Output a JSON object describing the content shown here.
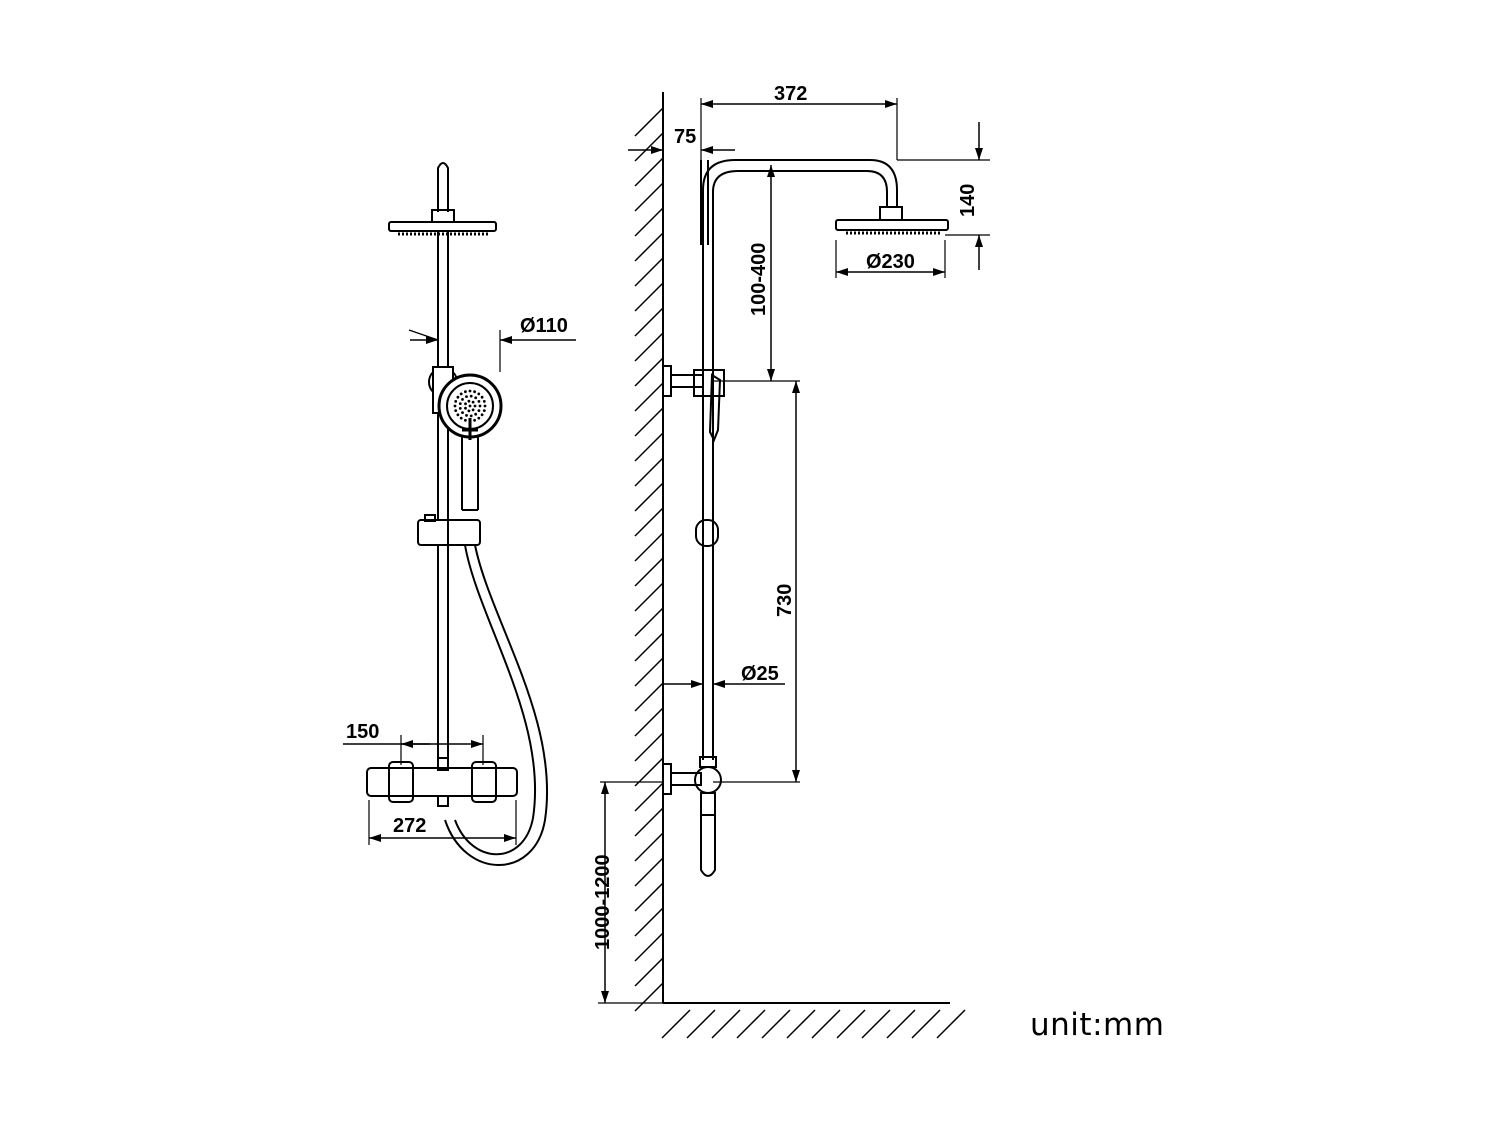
{
  "drawing": {
    "front_view": {
      "dimensions": {
        "handshower_diameter": "Ø110",
        "valve_center_spacing": "150",
        "valve_width": "272"
      }
    },
    "side_view": {
      "dimensions": {
        "arm_reach": "372",
        "wall_offset": "75",
        "head_drop": "140",
        "head_diameter": "Ø230",
        "rail_adjust": "100-400",
        "rail_length": "730",
        "rail_diameter": "Ø25",
        "install_height": "1000-1200"
      }
    },
    "unit_label": "unit:mm"
  }
}
